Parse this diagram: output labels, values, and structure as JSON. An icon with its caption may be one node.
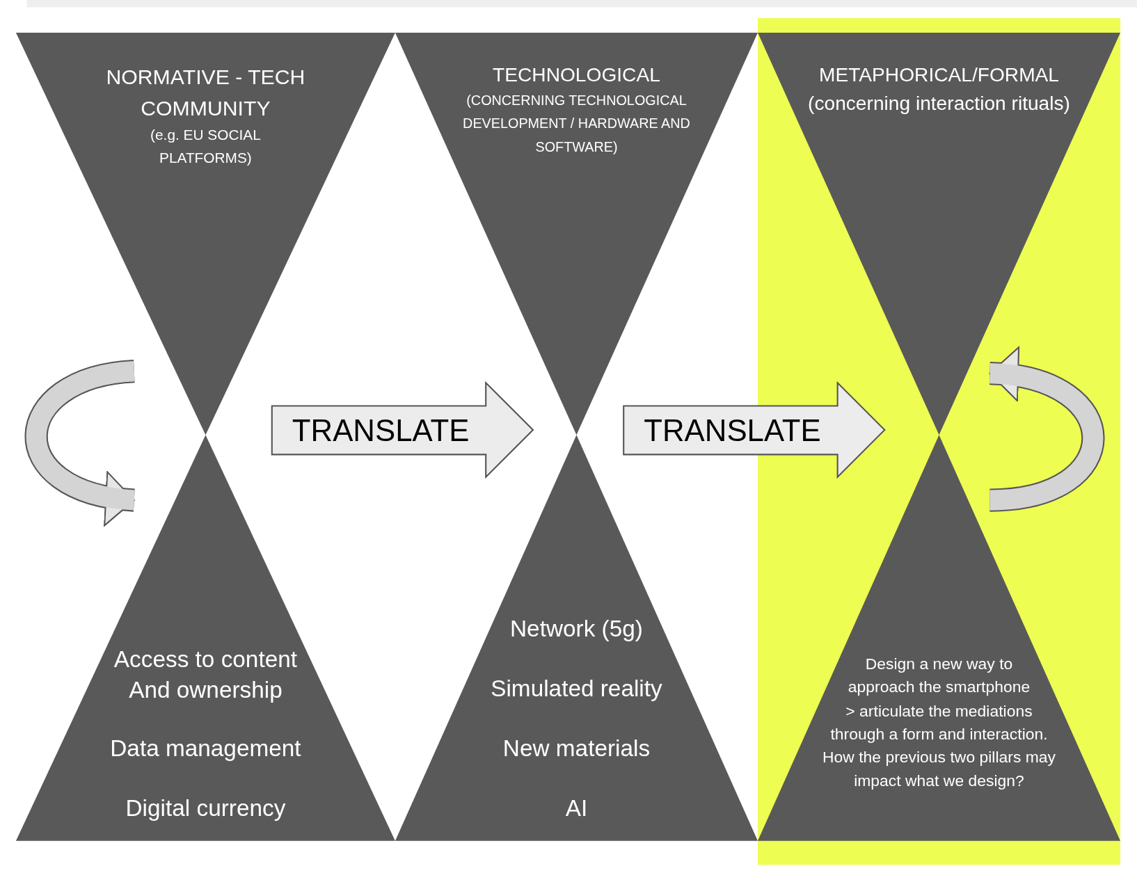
{
  "diagram": {
    "nodes": [
      {
        "text": [
          "NORMATIVE - TECH COMMUNITY",
          "(e.g. EU SOCIAL PLATFORMS)"
        ]
      },
      {
        "text": [
          "Access to content And ownership",
          "Data management",
          "Digital currency"
        ]
      },
      {
        "text": [
          "TECHNOLOGICAL",
          "(CONCERNING  TECHNOLOGICAL DEVELOPMENT / HARDWARE AND SOFTWARE)"
        ]
      },
      {
        "text": [
          "Network (5g)",
          "Simulated reality",
          "New materials",
          "AI"
        ]
      },
      {
        "text": [
          "METAPHORICAL/FORMAL",
          "(concerning interaction rituals)"
        ]
      },
      {
        "text": [
          "Design a new way to approach the smartphone > articulate the mediations through a form and interaction. How the previous two pillars may impact what we design?"
        ]
      },
      {
        "text": [
          "TRANSLATE"
        ]
      },
      {
        "text": [
          "TRANSLATE"
        ]
      }
    ]
  }
}
